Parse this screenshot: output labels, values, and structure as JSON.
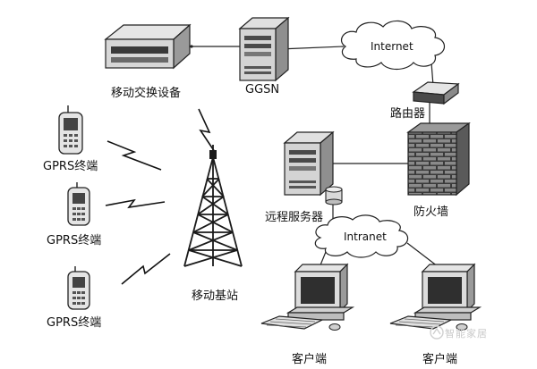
{
  "nodes": {
    "msc": {
      "label": "移动交换设备",
      "icon": "switch-device-icon"
    },
    "ggsn": {
      "label": "GGSN",
      "icon": "server-tower-icon"
    },
    "internet": {
      "label": "Internet",
      "icon": "cloud-icon"
    },
    "router": {
      "label": "路由器",
      "icon": "router-icon"
    },
    "firewall": {
      "label": "防火墙",
      "icon": "brick-firewall-icon"
    },
    "remote_server": {
      "label": "远程服务器",
      "icon": "server-tower-icon"
    },
    "intranet": {
      "label": "Intranet",
      "icon": "cloud-icon"
    },
    "gprs_terminals": [
      {
        "label": "GPRS终端",
        "icon": "mobile-phone-icon"
      },
      {
        "label": "GPRS终端",
        "icon": "mobile-phone-icon"
      },
      {
        "label": "GPRS终端",
        "icon": "mobile-phone-icon"
      }
    ],
    "base_station": {
      "label": "移动基站",
      "icon": "cell-tower-icon"
    },
    "clients": [
      {
        "label": "客户端",
        "icon": "desktop-computer-icon"
      },
      {
        "label": "客户端",
        "icon": "desktop-computer-icon"
      }
    ]
  },
  "watermark": {
    "text": "智能家居",
    "icon": "logo-icon"
  },
  "colors": {
    "line": "#222222",
    "device_fill": "#e8e8e8",
    "dark_fill": "#555555",
    "brick": "#3a3a3a"
  }
}
